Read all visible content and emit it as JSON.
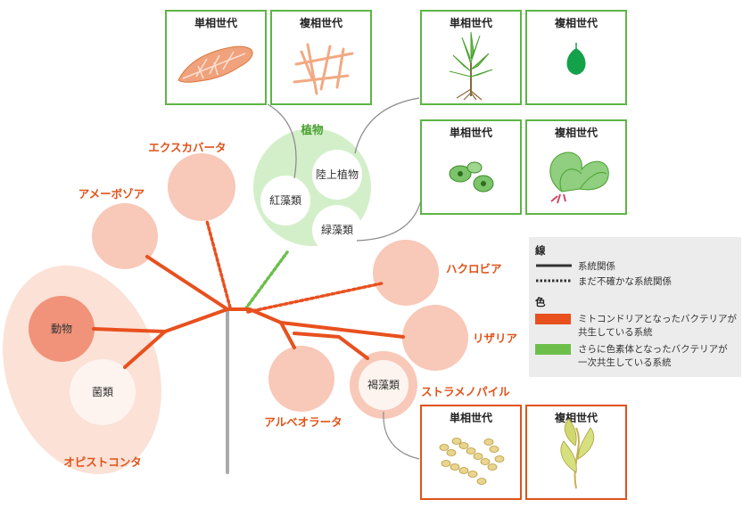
{
  "colors": {
    "orange_line": "#e8501e",
    "green_line": "#6cbf4b",
    "gray_line": "#aaaaaa",
    "orange_label": "#e0531a",
    "green_label": "#4aa02f",
    "pink_fill": "#f8c8b8",
    "pink_light": "#fbe1d6",
    "animal_fill": "#f0937a",
    "green_fill": "#d3efc9",
    "box_green": "#5cb545",
    "box_orange": "#e0531a",
    "legend_bg": "#ececec"
  },
  "groups": {
    "plants": "植物",
    "red_algae": "紅藻類",
    "land_plants": "陸上植物",
    "green_algae": "緑藻類",
    "excavata": "エクスカバータ",
    "amoebozoa": "アメーボゾア",
    "animals": "動物",
    "fungi": "菌類",
    "opisthokonta": "オピストコンタ",
    "haptophyta": "ハクロビア",
    "rhizaria": "リザリア",
    "alveolata": "アルベオラータ",
    "brown_algae": "褐藻類",
    "stramenopiles": "ストラメノパイル"
  },
  "generation_boxes": {
    "red_haploid": "単相世代",
    "red_diploid": "複相世代",
    "land_haploid": "単相世代",
    "land_diploid": "複相世代",
    "green_haploid": "単相世代",
    "green_diploid": "複相世代",
    "brown_haploid": "単相世代",
    "brown_diploid": "複相世代"
  },
  "legend": {
    "line_heading": "線",
    "solid_line": "系統関係",
    "dotted_line": "まだ不確かな系統関係",
    "color_heading": "色",
    "orange_line1": "ミトコンドリアとなったバクテリアが",
    "orange_line2": "共生している系統",
    "green_line1": "さらに色素体となったバクテリアが",
    "green_line2": "一次共生している系統"
  }
}
